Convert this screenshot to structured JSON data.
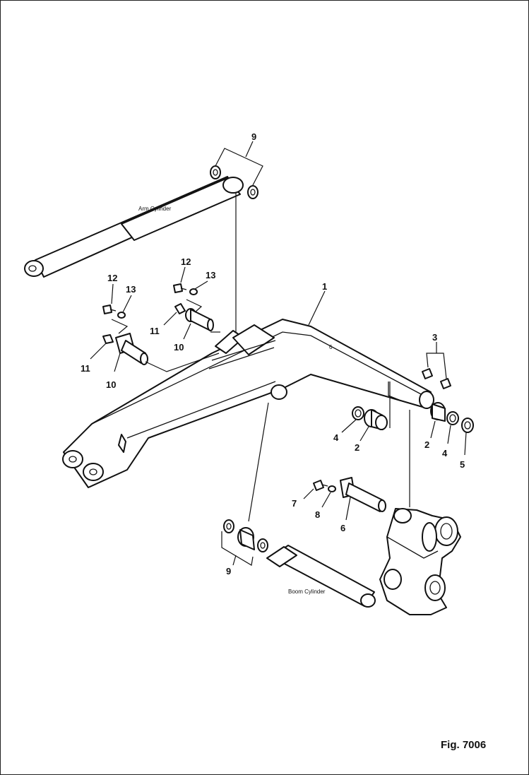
{
  "figure": {
    "caption": "Fig. 7006"
  },
  "labels": {
    "arm_cylinder": "Arm Cylinder",
    "boom_cylinder": "Boom Cylinder"
  },
  "callouts": {
    "n1": "1",
    "n2a": "2",
    "n2b": "2",
    "n3": "3",
    "n4a": "4",
    "n4b": "4",
    "n5": "5",
    "n6a": "6",
    "n6b": "6",
    "n7": "7",
    "n8": "8",
    "n9a": "9",
    "n9b": "9",
    "n10a": "10",
    "n10b": "10",
    "n11a": "11",
    "n11b": "11",
    "n12a": "12",
    "n12b": "12",
    "n13a": "13",
    "n13b": "13"
  }
}
